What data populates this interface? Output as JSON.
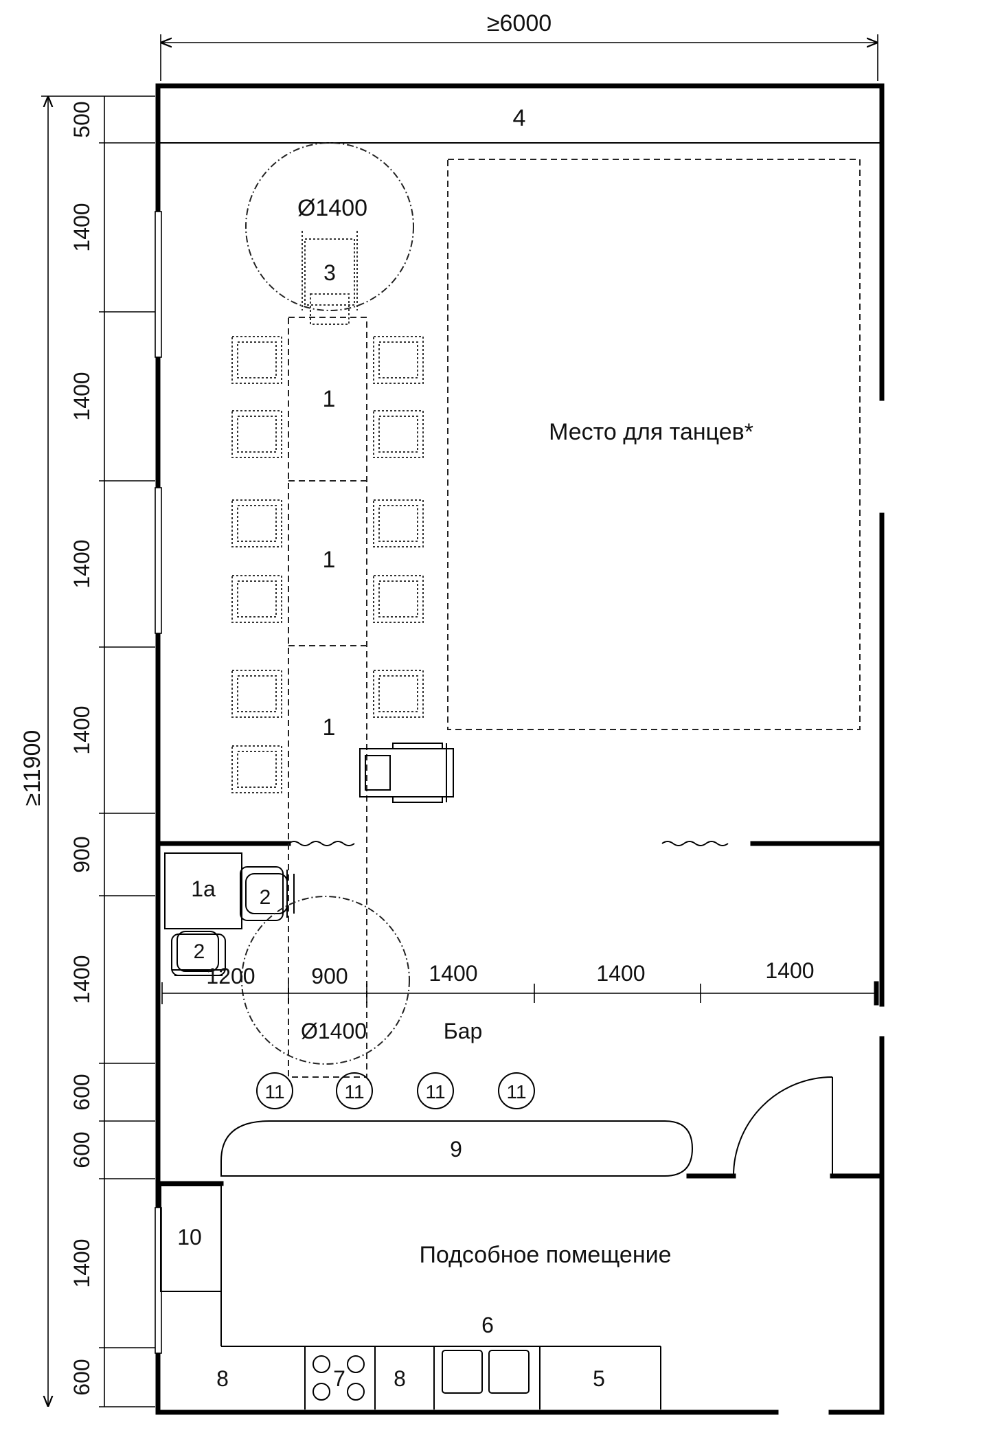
{
  "dimensions": {
    "top": "≥6000",
    "left_total": "≥11900",
    "left": [
      "500",
      "1400",
      "1400",
      "1400",
      "1400",
      "900",
      "1400",
      "600",
      "600",
      "1400",
      "600"
    ],
    "bar_line": [
      "1200",
      "900",
      "1400",
      "1400",
      "1400"
    ],
    "circle_top": "Ø1400",
    "circle_mid": "Ø1400"
  },
  "rooms": {
    "dance": "Место для танцев*",
    "bar": "Бар",
    "utility": "Подсобное помещение"
  },
  "items": {
    "stage": "4",
    "table_1": "1",
    "table_2": "1",
    "table_3": "1",
    "wheelchair_place": "3",
    "small_table": "1a",
    "chair_2a": "2",
    "chair_2b": "2",
    "counter": "9",
    "stool": "11",
    "cabinet": "10",
    "kitchen_line": "6",
    "cupboard_left": "8",
    "stove": "7",
    "cupboard_mid": "8",
    "fridge": "5"
  }
}
